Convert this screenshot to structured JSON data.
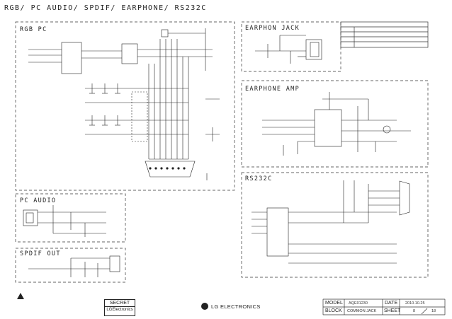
{
  "page_title": "RGB/ PC AUDIO/ SPDIF/ EARPHONE/ RS232C",
  "sections": {
    "rgb_pc": "RGB PC",
    "earphone_jack": "EARPHON JACK",
    "earphone_amp": "EARPHONE AMP",
    "rs232c": "RS232C",
    "pc_audio": "PC AUDIO",
    "spdif_out": "SPDIF OUT"
  },
  "footer": {
    "secret_label": "SECRET",
    "company_small": "LGElectronics",
    "brand": "LG ELECTRONICS",
    "model_label": "MODEL",
    "model_value": "AQE01230",
    "block_label": "BLOCK",
    "block_value": "COMMON JACK",
    "date_label": "DATE",
    "date_value": "2010.10.25",
    "sheet_label": "SHEET",
    "sheet_num": "8",
    "sheet_total": "18"
  },
  "colors": {
    "line": "#222222",
    "border": "#333333",
    "background": "#ffffff"
  }
}
